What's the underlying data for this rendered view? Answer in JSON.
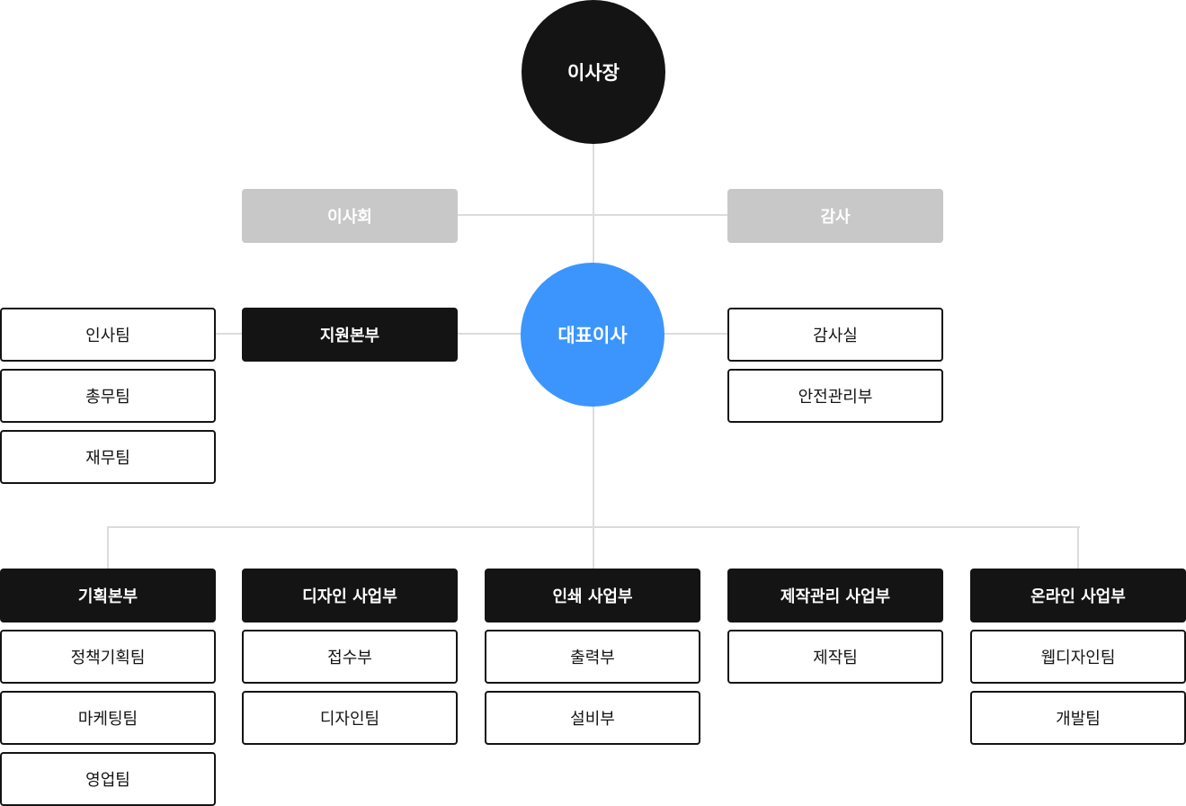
{
  "top": {
    "chairman": "이사장"
  },
  "advisory": {
    "board": "이사회",
    "audit": "감사"
  },
  "ceo": "대표이사",
  "support": {
    "head": "지원본부",
    "teams": [
      "인사팀",
      "총무팀",
      "재무팀"
    ]
  },
  "audit_office": {
    "teams": [
      "감사실",
      "안전관리부"
    ]
  },
  "divisions": [
    {
      "head": "기획본부",
      "teams": [
        "정책기획팀",
        "마케팅팀",
        "영업팀"
      ]
    },
    {
      "head": "디자인 사업부",
      "teams": [
        "접수부",
        "디자인팀"
      ]
    },
    {
      "head": "인쇄 사업부",
      "teams": [
        "출력부",
        "설비부"
      ]
    },
    {
      "head": "제작관리 사업부",
      "teams": [
        "제작팀"
      ]
    },
    {
      "head": "온라인 사업부",
      "teams": [
        "웹디자인팀",
        "개발팀"
      ]
    }
  ],
  "colors": {
    "dark": "#141414",
    "ceo_blue": "#3b95fd",
    "gray": "#c8c8c8",
    "line": "#dcdcdc"
  }
}
